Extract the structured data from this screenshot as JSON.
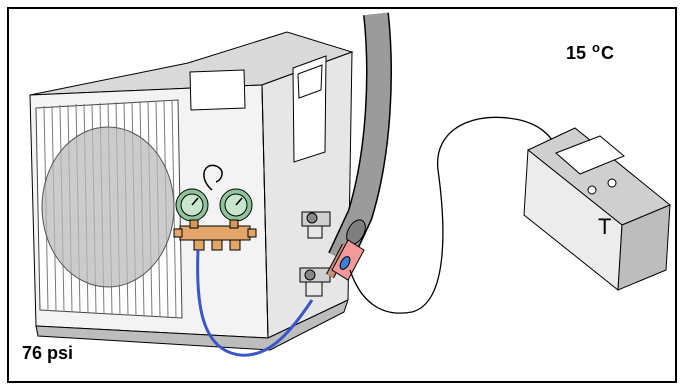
{
  "labels": {
    "pressure": "76 psi",
    "temperature_value": "15",
    "temperature_degree": "o",
    "temperature_unit": "C"
  },
  "thermometer": {
    "symbol": "T"
  },
  "icons": {
    "outdoor_unit": "ac-outdoor-unit-icon",
    "manifold_gauge": "manifold-gauge-icon",
    "thermometer": "digital-thermometer-icon",
    "probe": "temperature-probe-icon"
  },
  "colors": {
    "border": "#000000",
    "unit_body": "#f2f2f2",
    "unit_shadow": "#c8c8c8",
    "grille": "#9a9a9a",
    "pipe": "#9b9b9b",
    "gauge_face": "#8fc49a",
    "manifold_brass": "#e3a56a",
    "hose": "#3a56c8",
    "clamp": "#f09090",
    "thermometer_body": "#ececec"
  }
}
